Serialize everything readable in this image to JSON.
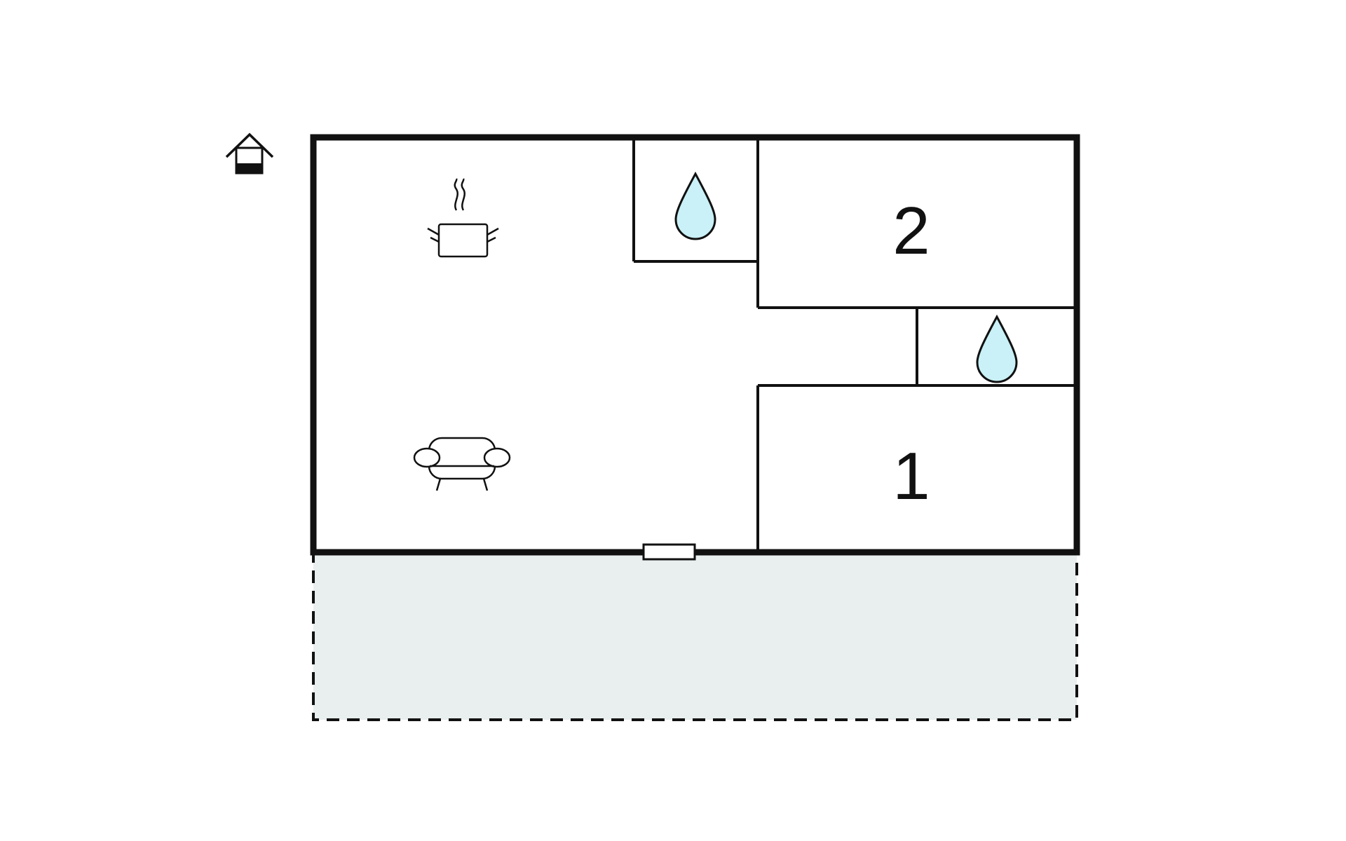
{
  "floorplan": {
    "rooms": [
      {
        "id": "bedroom-2",
        "label": "2",
        "type": "bedroom"
      },
      {
        "id": "bedroom-1",
        "label": "1",
        "type": "bedroom"
      },
      {
        "id": "bathroom-1",
        "label": "",
        "type": "bathroom",
        "icon": "water-drop-icon"
      },
      {
        "id": "bathroom-2",
        "label": "",
        "type": "bathroom",
        "icon": "water-drop-icon"
      },
      {
        "id": "kitchen",
        "label": "",
        "type": "kitchen",
        "icon": "cooking-pot-icon"
      },
      {
        "id": "living",
        "label": "",
        "type": "living room",
        "icon": "sofa-icon"
      }
    ],
    "outdoor": {
      "type": "terrace",
      "style": "dashed"
    },
    "entrance_icon": "house-entrance-icon",
    "door_icon": "door-icon",
    "colors": {
      "wall": "#111111",
      "water": "#c9f1f7",
      "terrace_fill": "#e9eeee",
      "background": "#ffffff"
    }
  }
}
